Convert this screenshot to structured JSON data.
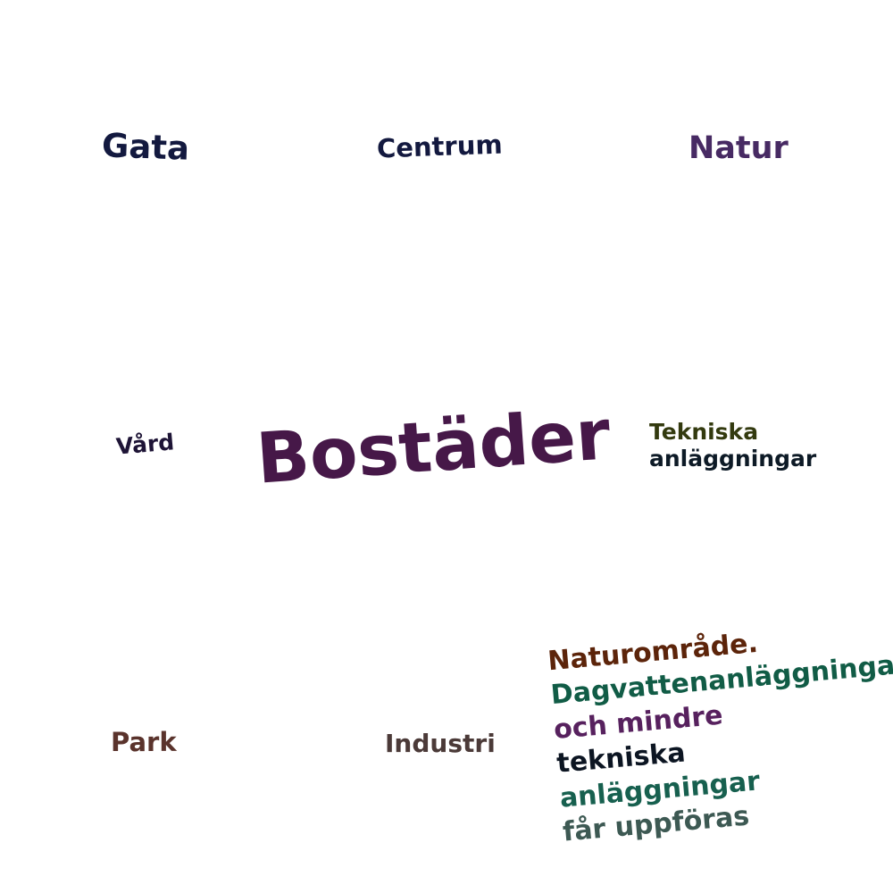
{
  "words": {
    "gata": {
      "text": "Gata",
      "color": "#13193f"
    },
    "centrum": {
      "text": "Centrum",
      "color": "#13193f"
    },
    "natur": {
      "text": "Natur",
      "color": "#472a63"
    },
    "vard": {
      "text": "Vård",
      "color": "#1e1436"
    },
    "bostader": {
      "text": "Bostäder",
      "color": "#461848"
    },
    "park": {
      "text": "Park",
      "color": "#5a332c"
    },
    "industri": {
      "text": "Industri",
      "color": "#4b3a38"
    }
  },
  "phrases": {
    "tekniska_anlaggningar": {
      "lines": [
        {
          "text": "Tekniska",
          "color": "#333a0f"
        },
        {
          "text": "anläggningar",
          "color": "#0d1a26"
        }
      ]
    },
    "naturomrade": {
      "lines": [
        {
          "text": "Naturområde.",
          "color": "#5c240a"
        },
        {
          "text": "Dagvattenanläggningar",
          "color": "#115c46"
        },
        {
          "text": "och  mindre",
          "color": "#57215e"
        },
        {
          "text": "tekniska",
          "color": "#0c1522"
        },
        {
          "text": "anläggningar",
          "color": "#17604f"
        },
        {
          "text": "får uppföras",
          "color": "#3d5953"
        }
      ]
    }
  }
}
